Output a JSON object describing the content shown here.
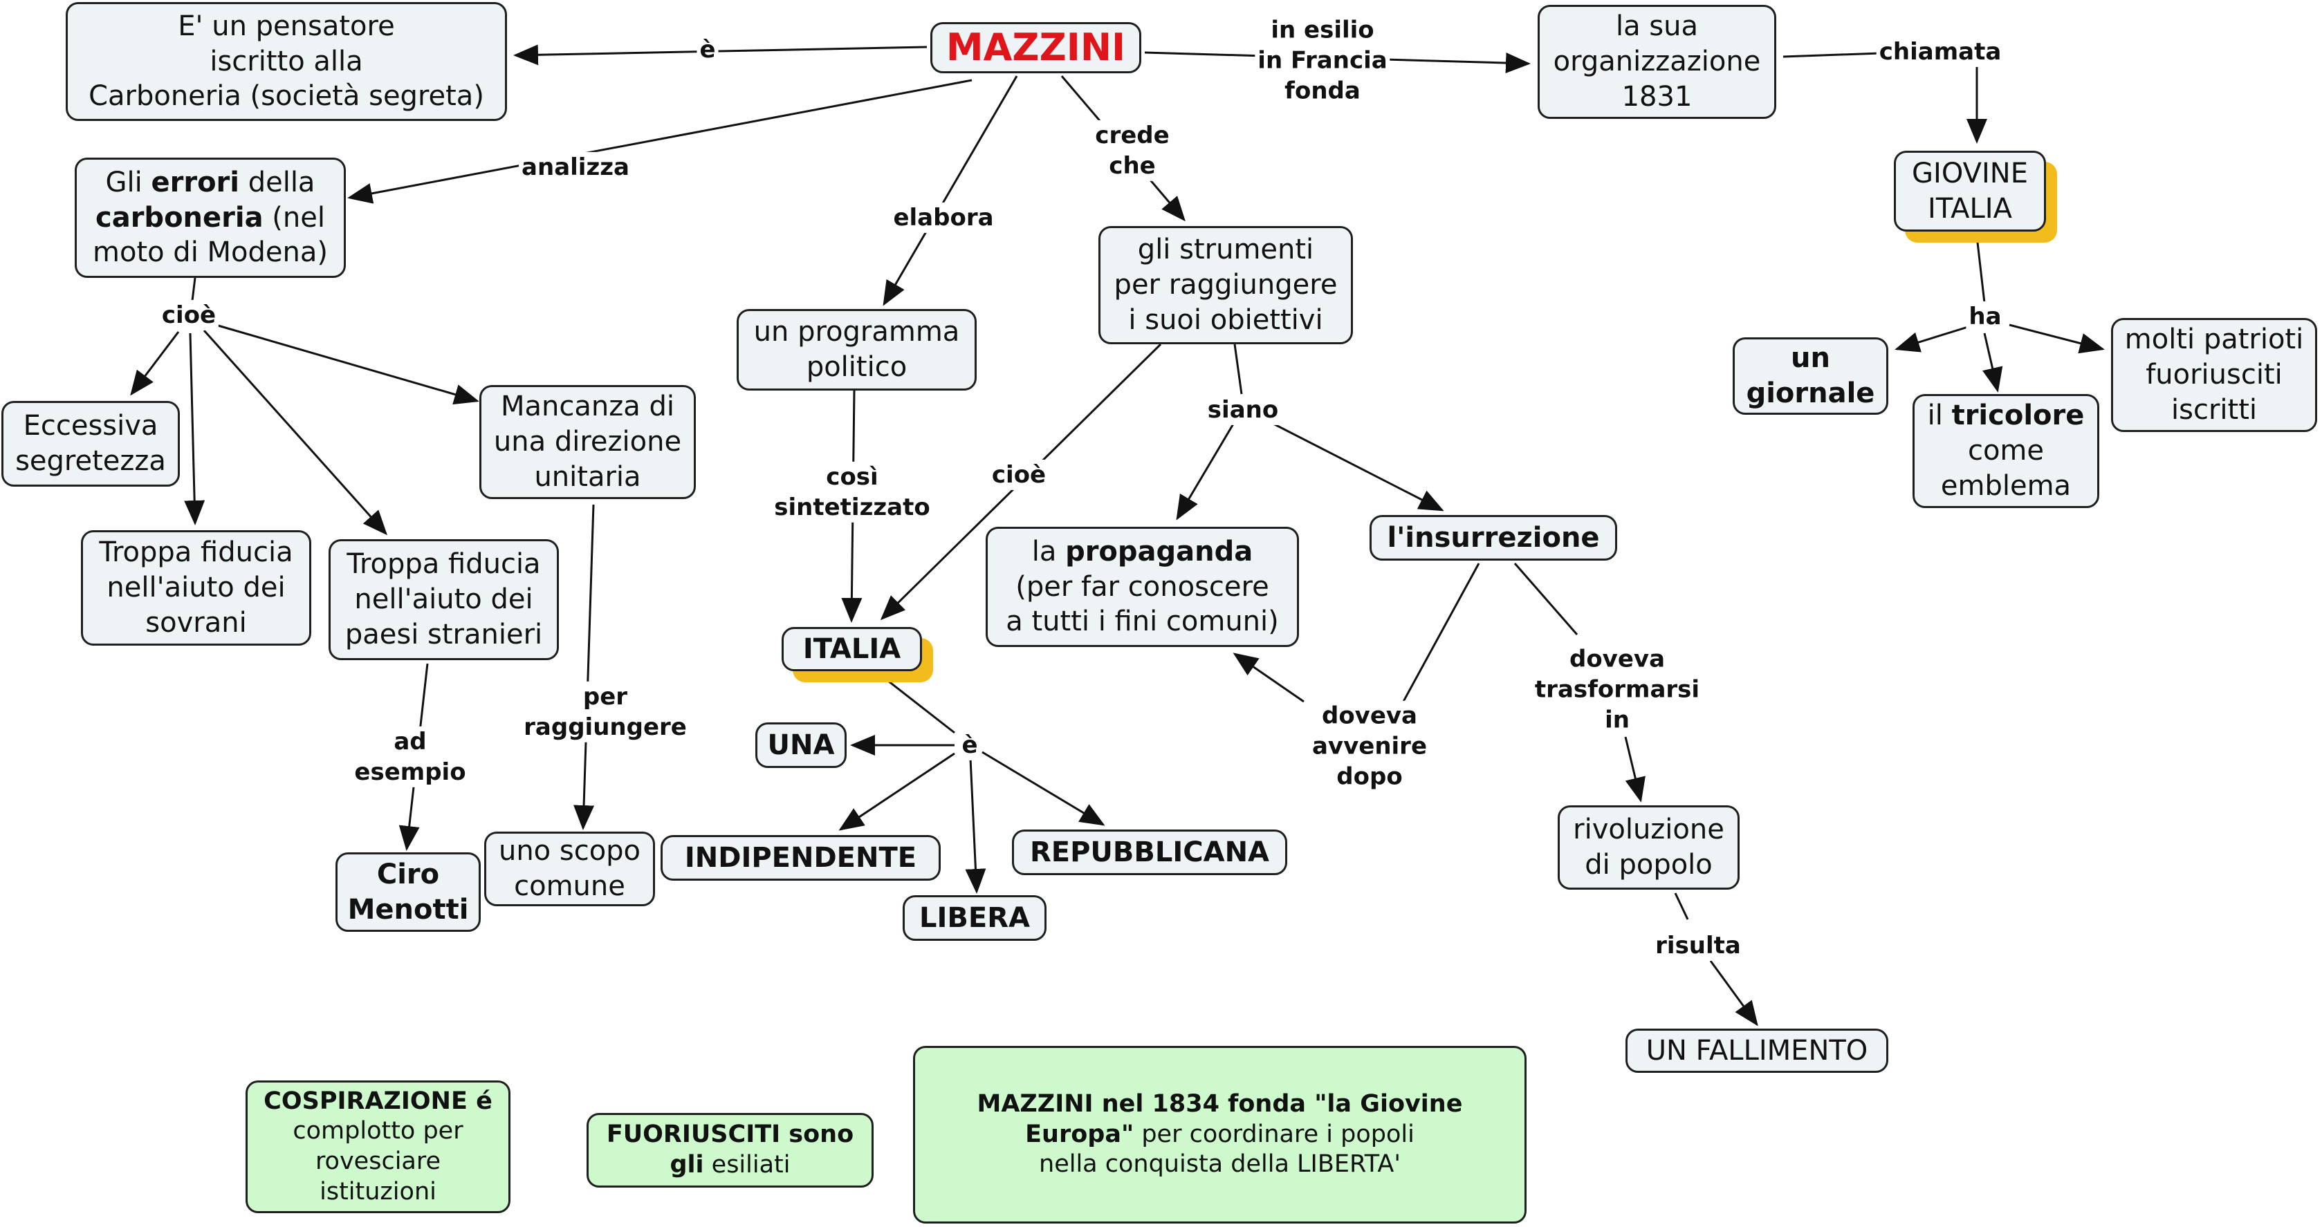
{
  "colors": {
    "node_fill": "#eef3f5",
    "note_fill": "#cdf9cd",
    "highlight_shadow": "#f2bd1c",
    "title_text": "#e0141b",
    "border": "#1f1f1f"
  },
  "nodes": {
    "mazzini": "MAZZINI",
    "pensatore": {
      "l1": "E' un pensatore",
      "l2": "iscritto alla",
      "l3": "Carboneria (società segreta)"
    },
    "organizzazione": {
      "l1": "la sua",
      "l2": "organizzazione",
      "l3": "1831"
    },
    "giovine_italia": {
      "l1": "GIOVINE",
      "l2": "ITALIA"
    },
    "errori": {
      "a": "Gli ",
      "b": "errori",
      "c": " della",
      "d": "carboneria",
      "e": " (nel",
      "f": "moto di Modena)"
    },
    "eccessiva": {
      "l1": "Eccessiva",
      "l2": "segretezza"
    },
    "fiducia_sovrani": {
      "l1": "Troppa fiducia",
      "l2": "nell'aiuto dei",
      "l3": "sovrani"
    },
    "fiducia_paesi": {
      "l1": "Troppa fiducia",
      "l2": "nell'aiuto dei",
      "l3": "paesi stranieri"
    },
    "mancanza": {
      "l1": "Mancanza di",
      "l2": "una direzione",
      "l3": "unitaria"
    },
    "ciro": {
      "l1": "Ciro",
      "l2": "Menotti"
    },
    "scopo": {
      "l1": "uno scopo",
      "l2": "comune"
    },
    "programma": {
      "l1": "un programma",
      "l2": "politico"
    },
    "strumenti": {
      "l1": "gli strumenti",
      "l2": "per raggiungere",
      "l3": "i suoi obiettivi"
    },
    "italia": "ITALIA",
    "una": "UNA",
    "indipendente": "INDIPENDENTE",
    "libera": "LIBERA",
    "repubblicana": "REPUBBLICANA",
    "propaganda": {
      "a": "la ",
      "b": "propaganda",
      "l2": "(per far conoscere",
      "l3": "a tutti i fini comuni)"
    },
    "insurrezione": "l'insurrezione",
    "rivoluzione": {
      "l1": "rivoluzione",
      "l2": "di popolo"
    },
    "fallimento": "UN FALLIMENTO",
    "giornale": {
      "l1": "un",
      "l2": "giornale"
    },
    "tricolore": {
      "a": "il ",
      "b": "tricolore",
      "l2": "come",
      "l3": "emblema"
    },
    "patrioti": {
      "l1": "molti patrioti",
      "l2": "fuoriusciti",
      "l3": "iscritti"
    }
  },
  "notes": {
    "cospirazione": {
      "b": "COSPIRAZIONE é",
      "l2": "complotto per",
      "l3": "rovesciare",
      "l4": "istituzioni"
    },
    "fuoriusciti": {
      "b1": "FUORIUSCITI sono",
      "b2": "gli",
      "t": " esiliati"
    },
    "giovine_europa": {
      "b1": "MAZZINI nel 1834 fonda \"la Giovine",
      "b2": "Europa\"",
      "t1": " per  coordinare i popoli",
      "l3": "nella conquista della LIBERTA'"
    }
  },
  "labels": {
    "e1": "è",
    "esilio": {
      "l1": "in esilio",
      "l2": "in Francia",
      "l3": "fonda"
    },
    "chiamata": "chiamata",
    "analizza": "analizza",
    "elabora": "elabora",
    "crede": {
      "l1": "crede",
      "l2": "che"
    },
    "cioe1": "cioè",
    "ad_esempio": {
      "l1": "ad",
      "l2": "esempio"
    },
    "per_raggiungere": {
      "l1": "per",
      "l2": "raggiungere"
    },
    "cosi": {
      "l1": "così",
      "l2": "sintetizzato"
    },
    "cioe2": "cioè",
    "siano": "siano",
    "e2": "è",
    "doveva_avvenire": {
      "l1": "doveva",
      "l2": "avvenire",
      "l3": "dopo"
    },
    "doveva_trasformarsi": {
      "l1": "doveva",
      "l2": "trasformarsi",
      "l3": "in"
    },
    "risulta": "risulta",
    "ha": "ha"
  }
}
